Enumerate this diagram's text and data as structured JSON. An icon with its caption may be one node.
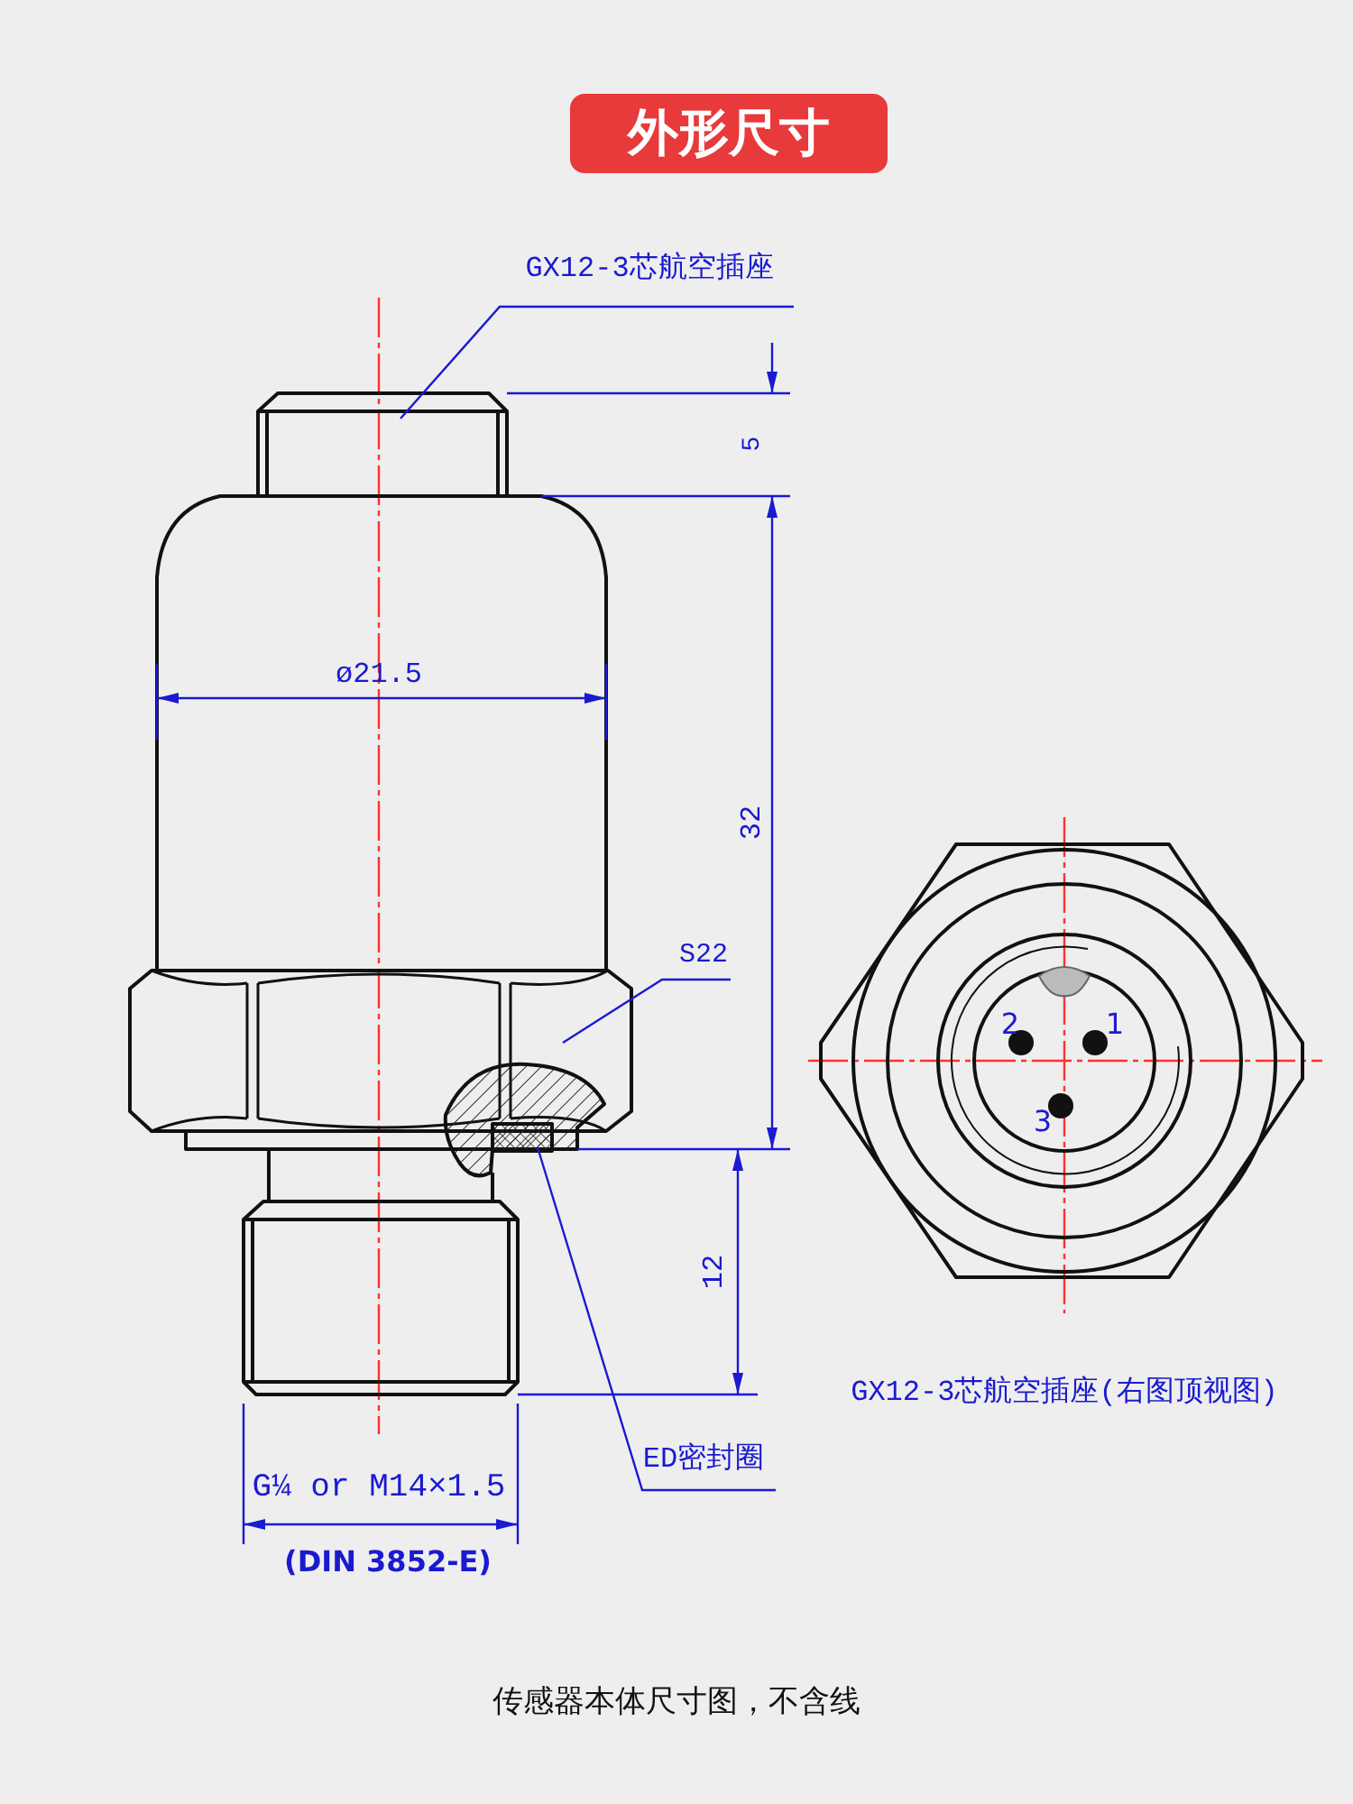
{
  "diagram": {
    "title": "外形尺寸",
    "caption": "传感器本体尺寸图，不含线",
    "nodes": [
      {
        "text": [
          "GX12-3芯航空插座"
        ]
      },
      {
        "text": [
          "S22"
        ]
      },
      {
        "text": [
          "ED密封圈"
        ]
      }
    ],
    "edges": [
      {
        "from": 0,
        "to": null,
        "arrow": "none"
      },
      {
        "from": 1,
        "to": null,
        "arrow": "none"
      },
      {
        "from": 2,
        "to": null,
        "arrow": "none"
      }
    ],
    "labels": [
      "5",
      "ø21.5",
      "32",
      "12",
      "G¼ or M14×1.5",
      "(DIN 3852-E)",
      "2",
      "1",
      "3",
      "GX12-3芯航空插座(右图顶视图)"
    ]
  }
}
